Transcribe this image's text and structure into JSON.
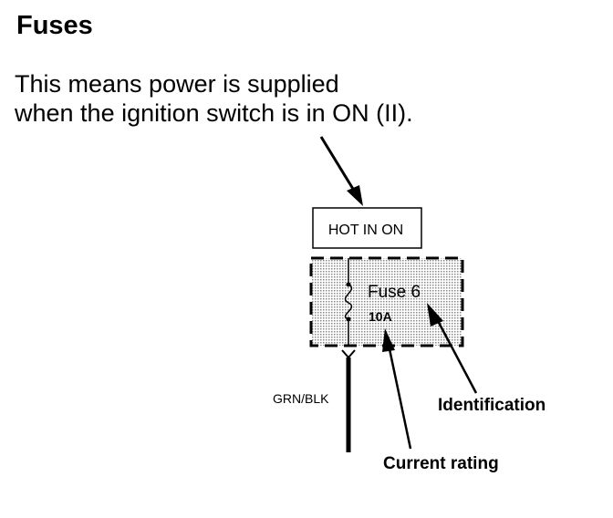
{
  "title": "Fuses",
  "caption": {
    "line1": "This means power is supplied",
    "line2": "when the ignition switch is in ON (II)."
  },
  "diagram": {
    "power_label": "HOT IN ON",
    "fuse_name": "Fuse 6",
    "fuse_rating": "10A",
    "wire_label": "GRN/BLK",
    "callout_identification": "Identification",
    "callout_current_rating": "Current rating"
  }
}
